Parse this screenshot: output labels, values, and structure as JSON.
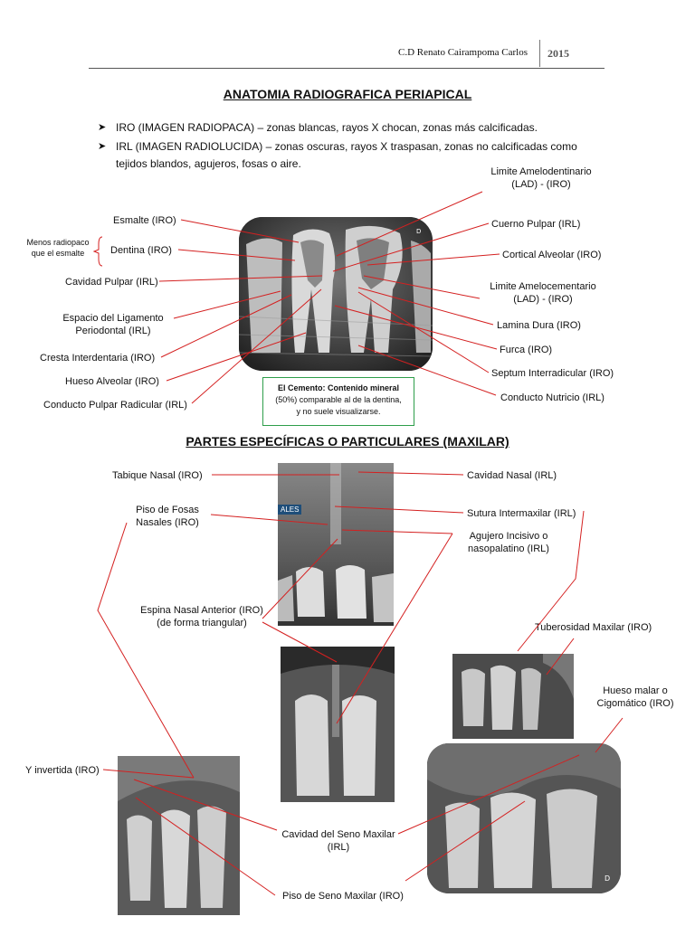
{
  "header": {
    "author": "C.D Renato Cairampoma Carlos",
    "year": "2015"
  },
  "section1": {
    "title": "ANATOMIA RADIOGRAFICA PERIAPICAL",
    "bullets": [
      {
        "line1": "IRO (IMAGEN RADIOPACA) – zonas blancas, rayos X chocan, zonas más calcificadas.",
        "line2": ""
      },
      {
        "line1": "IRL (IMAGEN RADIOLUCIDA) – zonas oscuras, rayos X traspasan, zonas no calcificadas como",
        "line2": "tejidos blandos, agujeros, fosas o aire."
      }
    ],
    "side_note": {
      "line1": "Menos radiopaco",
      "line2": "que el esmalte"
    },
    "left_labels": {
      "esmalte": "Esmalte (IRO)",
      "dentina": "Dentina (IRO)",
      "cavidad_pulpar": "Cavidad Pulpar (IRL)",
      "espacio_ligamento_1": "Espacio del Ligamento",
      "espacio_ligamento_2": "Periodontal (IRL)",
      "cresta": "Cresta Interdentaria (IRO)",
      "hueso_alveolar": "Hueso Alveolar (IRO)",
      "conducto_pulpar": "Conducto Pulpar Radicular (IRL)"
    },
    "right_labels": {
      "lad_1": "Limite Amelodentinario",
      "lad_2": "(LAD) - (IRO)",
      "cuerno_pulpar": "Cuerno Pulpar (IRL)",
      "cortical": "Cortical Alveolar (IRO)",
      "lac_1": "Limite Amelocementario",
      "lac_2": "(LAD) - (IRO)",
      "lamina_dura": "Lamina Dura (IRO)",
      "furca": "Furca  (IRO)",
      "septum": "Septum Interradicular (IRO)",
      "conducto_nutricio": "Conducto Nutricio (IRL)"
    },
    "cement_note": {
      "line1": "El Cemento: Contenido mineral",
      "line2": "(50%) comparable al de la dentina,",
      "line3": "y no suele visualizarse."
    }
  },
  "section2": {
    "title": "PARTES ESPECÍFICAS O PARTICULARES  (MAXILAR)",
    "labels": {
      "tabique": "Tabique Nasal  (IRO)",
      "cavidad_nasal": "Cavidad Nasal (IRL)",
      "piso_fosas_1": "Piso de Fosas",
      "piso_fosas_2": "Nasales (IRO)",
      "sutura": "Sutura Intermaxilar (IRL)",
      "agujero_1": "Agujero Incisivo o",
      "agujero_2": "nasopalatino (IRL)",
      "espina_1": "Espina Nasal Anterior (IRO)",
      "espina_2": "(de  forma triangular)",
      "tuberosidad": "Tuberosidad Maxilar (IRO)",
      "malar_1": "Hueso malar o",
      "malar_2": "Cigomático (IRO)",
      "y_invertida": "Y invertida (IRO)",
      "seno_1": "Cavidad del Seno Maxilar",
      "seno_2": "(IRL)",
      "piso_seno": "Piso de Seno Maxilar (IRO)"
    },
    "xray_tag": "ALES"
  }
}
